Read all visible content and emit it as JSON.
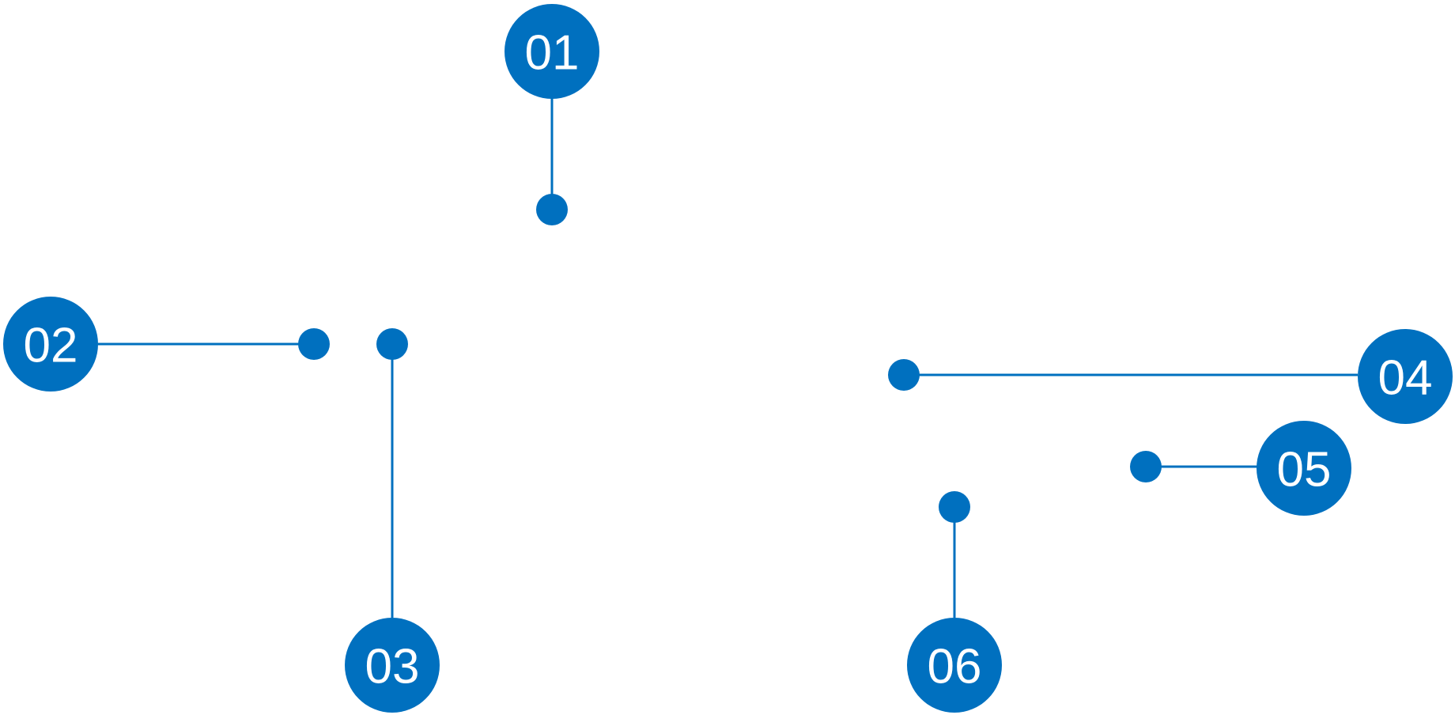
{
  "colors": {
    "accent": "#0070bf",
    "label_text": "#ffffff",
    "background": "#ffffff"
  },
  "callouts": [
    {
      "id": "c01",
      "label": "01"
    },
    {
      "id": "c02",
      "label": "02"
    },
    {
      "id": "c03",
      "label": "03"
    },
    {
      "id": "c04",
      "label": "04"
    },
    {
      "id": "c05",
      "label": "05"
    },
    {
      "id": "c06",
      "label": "06"
    }
  ]
}
